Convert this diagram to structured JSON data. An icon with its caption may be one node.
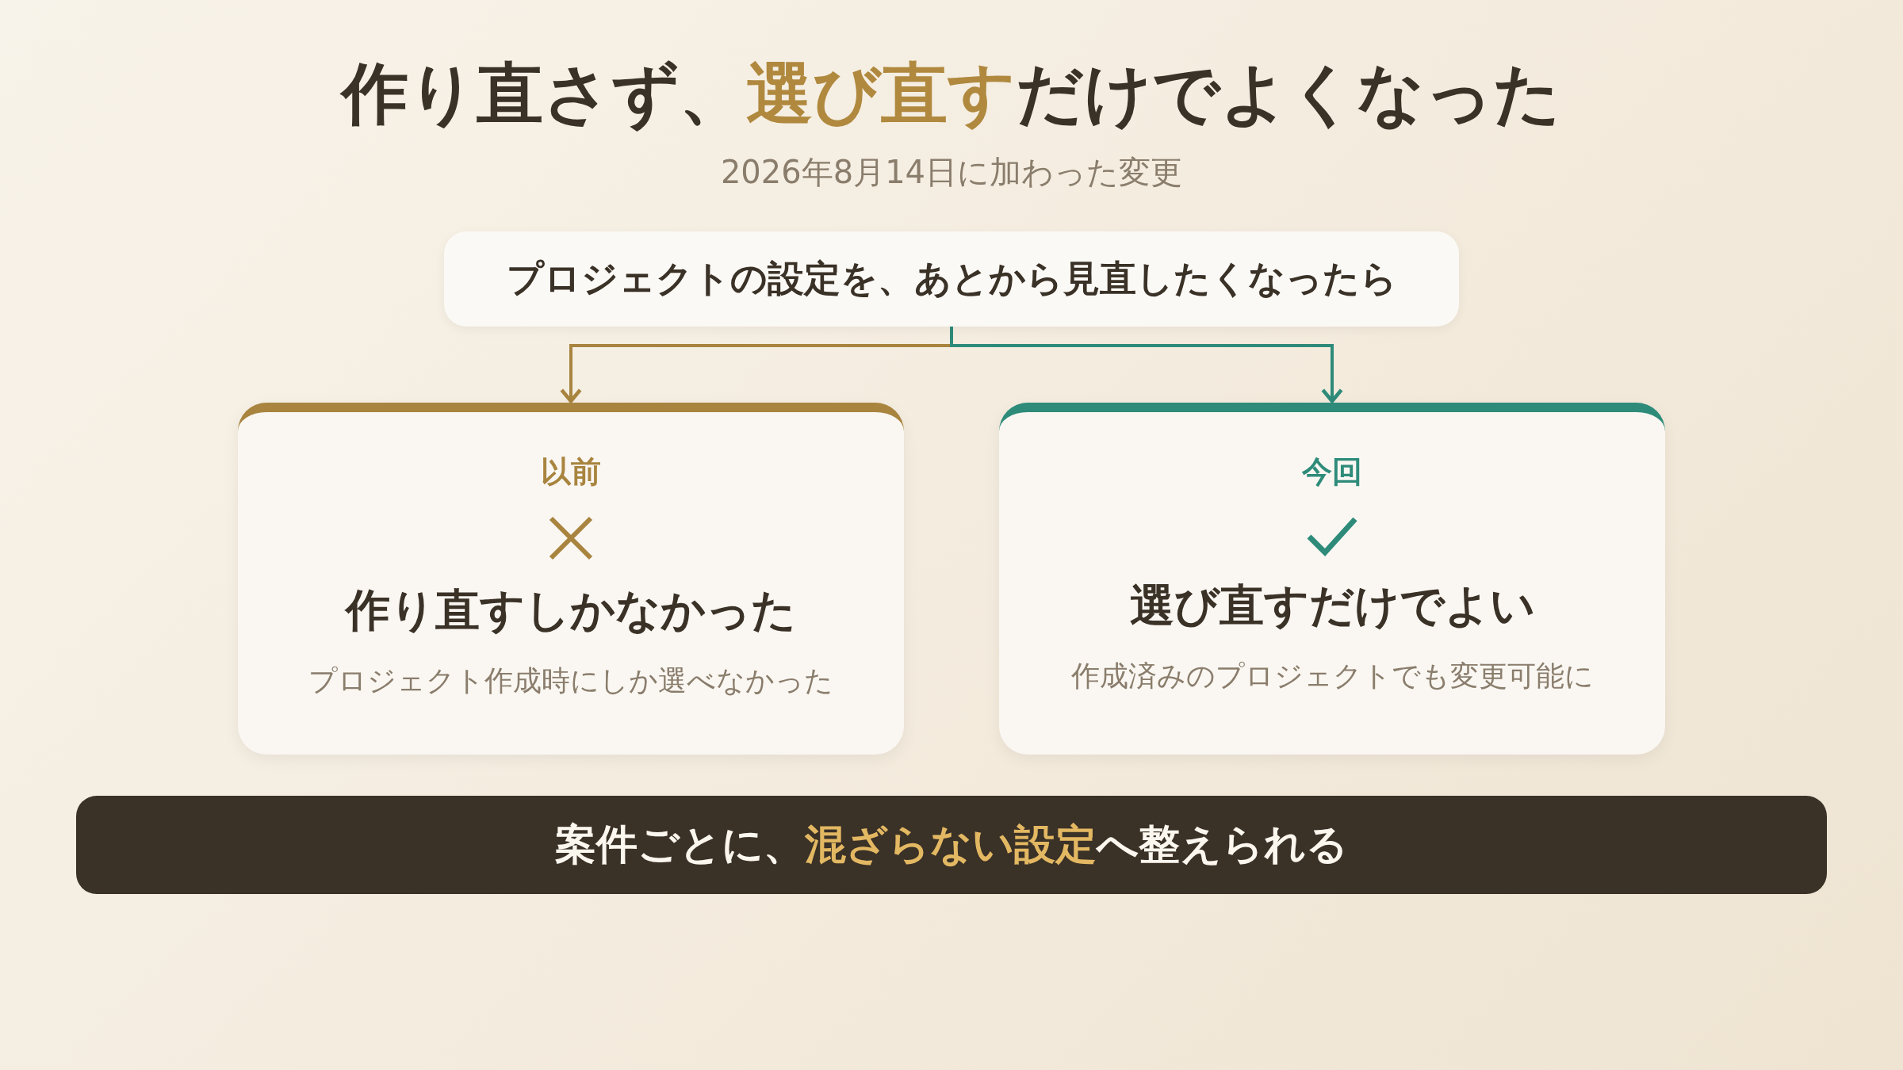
{
  "diagram": {
    "title": "作り直さず、**選び直す**だけでよくなった",
    "caption": "2026年8月14日に加わった変更",
    "nodes": [
      {
        "text": [
          "プロジェクトの設定を、あとから見直したくなったら"
        ]
      },
      {
        "text": [
          "以前",
          "作り直すしかなかった",
          "プロジェクト作成時にしか選べなかった"
        ]
      },
      {
        "text": [
          "今回",
          "選び直すだけでよい",
          "作成済みのプロジェクトでも変更可能に"
        ]
      },
      {
        "text": [
          "案件ごとに、**混ざらない設定**へ整えられる"
        ]
      }
    ],
    "edges": [
      {
        "from": 0,
        "to": 1,
        "arrow": "to",
        "color": "#a8843f"
      },
      {
        "from": 0,
        "to": 2,
        "arrow": "to",
        "color": "#2e8b7a"
      }
    ]
  }
}
